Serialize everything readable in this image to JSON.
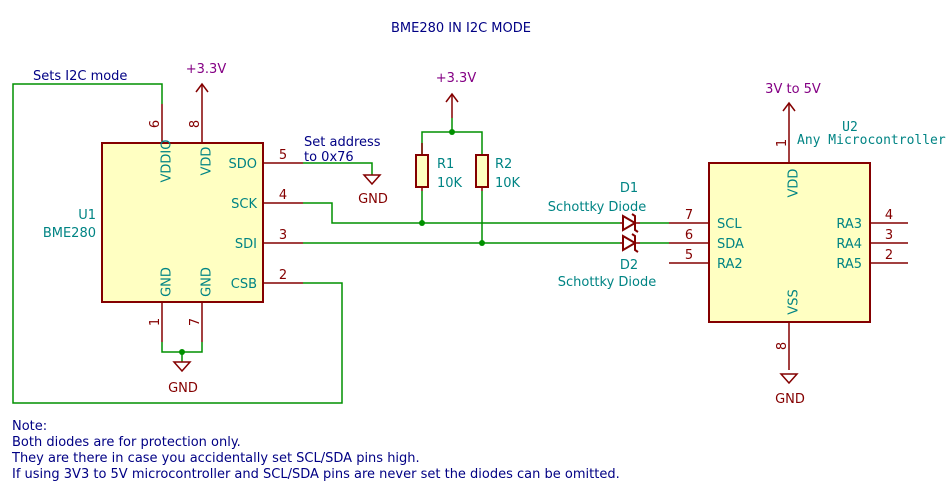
{
  "title": "BME280 IN I2C MODE",
  "colors": {
    "wire": "#009000",
    "body_stroke": "#840000",
    "body_fill": "#ffffc2",
    "pin": "#840000",
    "pin_name": "#008484",
    "ref": "#008484",
    "value": "#008484",
    "power": "#840084",
    "label": "#000084",
    "junction": "#009000"
  },
  "u1": {
    "ref": "U1",
    "value": "BME280",
    "pins": {
      "vddio": {
        "name": "VDDIO",
        "num": "6"
      },
      "vdd": {
        "name": "VDD",
        "num": "8"
      },
      "sdo": {
        "name": "SDO",
        "num": "5"
      },
      "sck": {
        "name": "SCK",
        "num": "4"
      },
      "sdi": {
        "name": "SDI",
        "num": "3"
      },
      "csb": {
        "name": "CSB",
        "num": "2"
      },
      "gnd1": {
        "name": "GND",
        "num": "1"
      },
      "gnd7": {
        "name": "GND",
        "num": "7"
      }
    }
  },
  "u2": {
    "ref": "U2",
    "value": "Any Microcontroller",
    "pins": {
      "vdd": {
        "name": "VDD",
        "num": "1"
      },
      "vss": {
        "name": "VSS",
        "num": "8"
      },
      "scl": {
        "name": "SCL",
        "num": "7"
      },
      "sda": {
        "name": "SDA",
        "num": "6"
      },
      "ra2": {
        "name": "RA2",
        "num": "5"
      },
      "ra3": {
        "name": "RA3",
        "num": "4"
      },
      "ra4": {
        "name": "RA4",
        "num": "3"
      },
      "ra5": {
        "name": "RA5",
        "num": "2"
      }
    }
  },
  "r1": {
    "ref": "R1",
    "value": "10K"
  },
  "r2": {
    "ref": "R2",
    "value": "10K"
  },
  "d1": {
    "ref": "D1",
    "value": "Schottky Diode"
  },
  "d2": {
    "ref": "D2",
    "value": "Schottky Diode"
  },
  "power": {
    "u1_supply": "+3.3V",
    "pullup_supply": "+3.3V",
    "u2_supply": "3V to 5V",
    "gnd_sdo": "GND",
    "gnd_u1": "GND",
    "gnd_u2": "GND"
  },
  "labels": {
    "sets_i2c": "Sets I2C mode",
    "address_1": "Set address",
    "address_2": "to 0x76"
  },
  "note": [
    "Note:",
    "Both diodes are for protection only.",
    "They are there in case you accidentally set SCL/SDA pins high.",
    "If using 3V3 to 5V microcontroller and SCL/SDA pins are never set the diodes can be omitted."
  ]
}
